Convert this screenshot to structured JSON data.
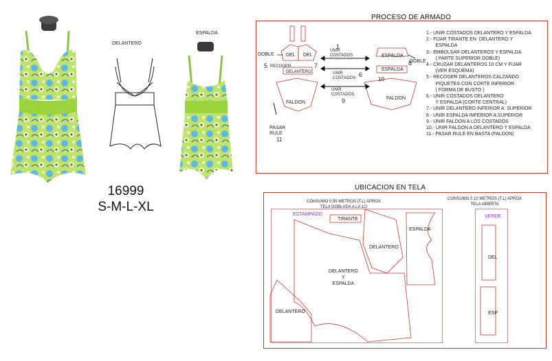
{
  "product": {
    "model_number": "16999",
    "sizes": "S-M-L-XL",
    "label_front": "DELANTERO",
    "label_back": "ESPALDA"
  },
  "assembly": {
    "title": "PROCESO DE ARMADO",
    "labels": {
      "doble_left": "DOBLE",
      "doble_right": "DOBLE",
      "del_1": "DEL",
      "del_2": "DEL",
      "recoger": "RECOGER",
      "delantero": "DELANTERO",
      "espalda_top": "ESPALDA",
      "espalda_bottom": "ESPALDA",
      "faldon_left": "FALDON",
      "faldon_right": "FALDON",
      "unir_costados_1": "UNIR\nCOSTADOS",
      "unir_costados_2": "UNIR\nCOSTADOS",
      "unir_costados_3": "UNIR\nCOSTADOS",
      "pasar_rule": "PASAR\nRULE",
      "n1": "1",
      "n5": "5",
      "n6": "6",
      "n7": "7",
      "n8": "8",
      "n9": "9",
      "n10": "10",
      "n11": "11"
    },
    "steps": [
      "1.- UNIR COSTADOS DELANTERO Y ESPALDA",
      "2.- FIJAR TIRANTE EN  DELANTERO Y\n       ESPALDA",
      "3.- EMBOLSAR DELANTEROS Y ESPALDA\n       ( PARTE SUPERIOR DOBLE)",
      "4.- CRUZAR DELANTEROS 10 CM Y FIJAR\n       (VER ESQUEMA)",
      "5.- RECOGER DELANTEROS CALZANDO\n       PIQUETES CON CORTE INFERIOR\n       ( FORMA DE BUSTO )",
      "6.- UNIR COSTADOS DELANTERO\n       Y ESPALDA (CORTE CENTRAL)",
      "7.- UNIR DELANTERO INFERIOR A  SUPERIOR",
      "8.- UNIR ESPALDA INFERIOR A SUPERIOR",
      "9.- UNIR FALDON A LOS COSTADOS",
      "10.- UNIR FALDON A DELANTERO Y ESPALDA",
      "11.- PASAR RULE EN BASTA (FALDON)"
    ]
  },
  "layout": {
    "title": "UBICACION EN TELA",
    "consumption_printed": "CONSUMO 0.95 METROS (T.L) APROX\nTELA DOBLADA A LA 1/2",
    "consumption_plain": "CONSUMO 0.10 METROS (T.L) APROX\nTELA ABIERTA",
    "fabric_printed": "ESTAMPADO",
    "fabric_plain": "VERDE",
    "pieces": {
      "tirante": "TIRANTE",
      "delantero_top": "DELANTERO",
      "espalda": "ESPALDA",
      "delantero_y_espalda": "DELANTERO\nY\nESPALDA",
      "delantero_bottom": "DELANTERO",
      "del": "DEL",
      "esp": "ESP"
    }
  },
  "colors": {
    "border": "#c0392b",
    "accent_purple": "#9b35b8",
    "garment_green": "#9bd33a",
    "garment_blue": "#4fb3e0"
  }
}
